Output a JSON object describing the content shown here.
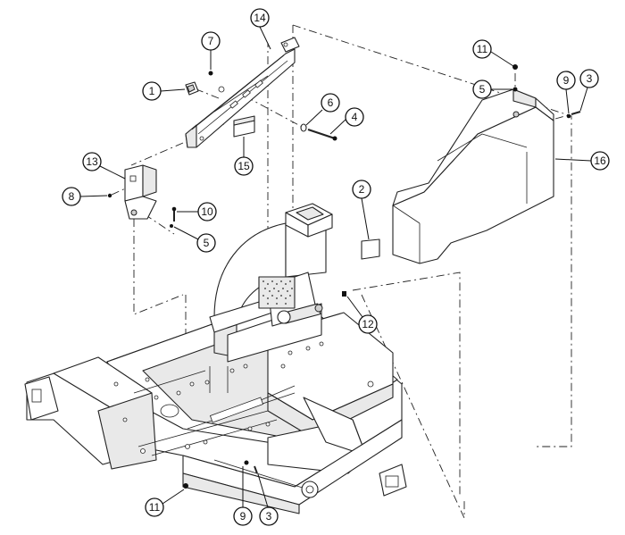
{
  "diagram": {
    "type": "exploded-parts-view",
    "callouts": [
      {
        "id": "c1",
        "label": "1"
      },
      {
        "id": "c2",
        "label": "2"
      },
      {
        "id": "c3a",
        "label": "3"
      },
      {
        "id": "c3b",
        "label": "3"
      },
      {
        "id": "c4",
        "label": "4"
      },
      {
        "id": "c5a",
        "label": "5"
      },
      {
        "id": "c5b",
        "label": "5"
      },
      {
        "id": "c6",
        "label": "6"
      },
      {
        "id": "c7",
        "label": "7"
      },
      {
        "id": "c8",
        "label": "8"
      },
      {
        "id": "c9a",
        "label": "9"
      },
      {
        "id": "c9b",
        "label": "9"
      },
      {
        "id": "c10",
        "label": "10"
      },
      {
        "id": "c11a",
        "label": "11"
      },
      {
        "id": "c11b",
        "label": "11"
      },
      {
        "id": "c12",
        "label": "12"
      },
      {
        "id": "c13",
        "label": "13"
      },
      {
        "id": "c14",
        "label": "14"
      },
      {
        "id": "c15",
        "label": "15"
      },
      {
        "id": "c16",
        "label": "16"
      }
    ]
  }
}
